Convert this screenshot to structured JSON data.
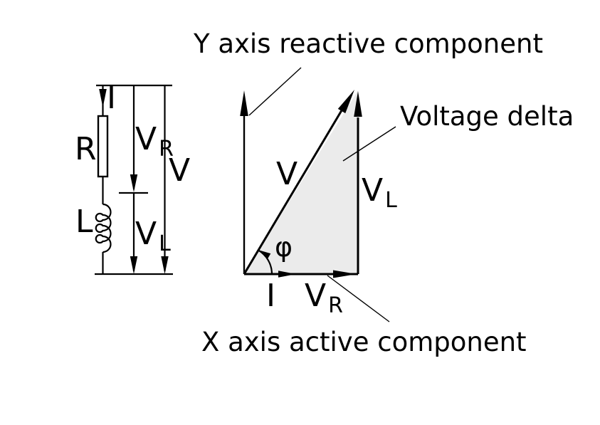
{
  "colors": {
    "ink": "#000000",
    "background": "#ffffff",
    "triangle_fill": "#ebebeb"
  },
  "annotations": {
    "y_axis": "Y axis reactive component",
    "voltage_delta": "Voltage delta",
    "x_axis": "X axis active component"
  },
  "circuit": {
    "current": "I",
    "resistor": "R",
    "inductor": "L",
    "voltage_total": "V",
    "voltage_r": {
      "main": "V",
      "sub": "R"
    },
    "voltage_l": {
      "main": "V",
      "sub": "L"
    }
  },
  "phasor": {
    "voltage": "V",
    "phase_angle": "φ",
    "current": "I",
    "voltage_r": {
      "main": "V",
      "sub": "R"
    },
    "voltage_l": {
      "main": "V",
      "sub": "L"
    }
  }
}
